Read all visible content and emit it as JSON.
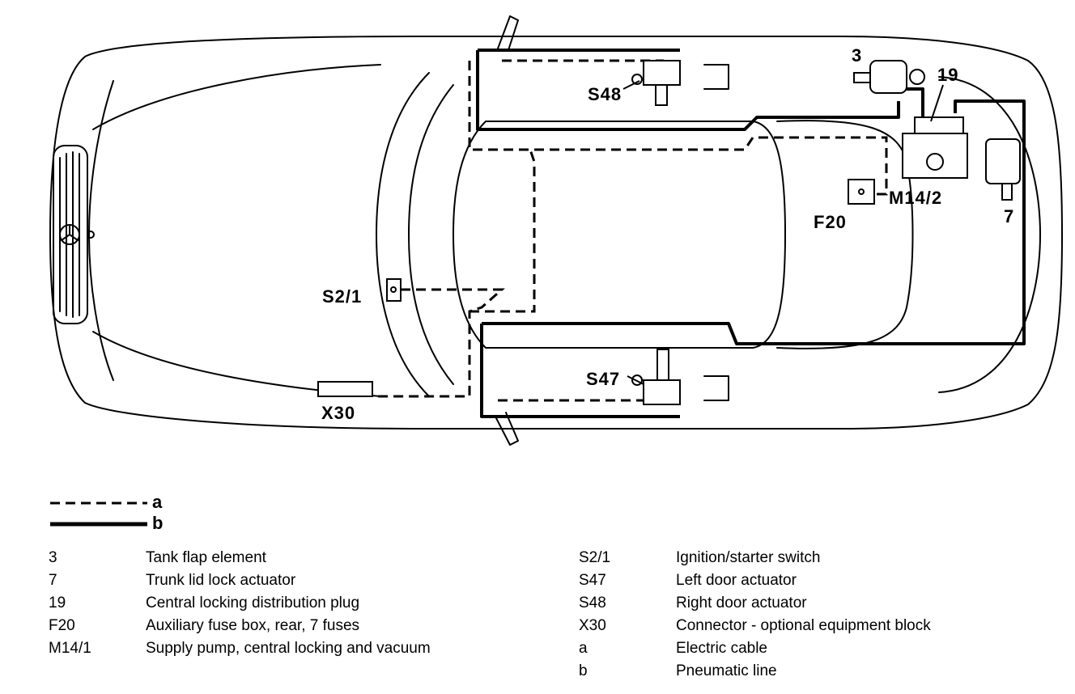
{
  "labels": {
    "c3": "3",
    "c19": "19",
    "s48": "S48",
    "m14_2": "M14/2",
    "f20": "F20",
    "c7": "7",
    "s2_1": "S2/1",
    "s47": "S47",
    "x30": "X30"
  },
  "key": {
    "a": "a",
    "b": "b"
  },
  "legend_left": [
    {
      "code": "3",
      "desc": "Tank flap element"
    },
    {
      "code": "7",
      "desc": "Trunk lid lock actuator"
    },
    {
      "code": "19",
      "desc": "Central locking distribution plug"
    },
    {
      "code": "F20",
      "desc": "Auxiliary fuse box, rear, 7 fuses"
    },
    {
      "code": "M14/1",
      "desc": "Supply pump, central locking and vacuum"
    }
  ],
  "legend_right": [
    {
      "code": "S2/1",
      "desc": "Ignition/starter switch"
    },
    {
      "code": "S47",
      "desc": "Left door actuator"
    },
    {
      "code": "S48",
      "desc": "Right door actuator"
    },
    {
      "code": "X30",
      "desc": "Connector - optional equipment block"
    },
    {
      "code": "a",
      "desc": "Electric cable"
    },
    {
      "code": "b",
      "desc": "Pneumatic line"
    }
  ]
}
